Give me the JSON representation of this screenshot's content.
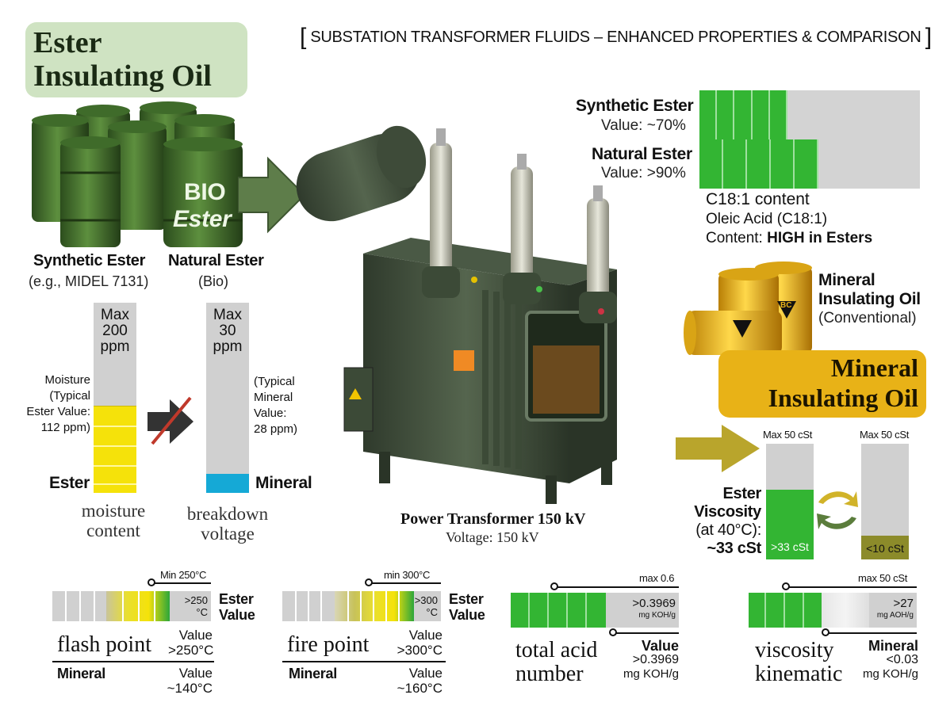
{
  "header": {
    "title": "SUBSTATION TRANSFORMER FLUIDS – ENHANCED PROPERTIES & COMPARISON",
    "left_bracket": "[",
    "right_bracket": "]"
  },
  "ester_box": {
    "line1": "Ester",
    "line2": "Insulating Oil"
  },
  "barrels": {
    "bio_label": "BIO",
    "ester_label": "Ester",
    "synthetic_title": "Synthetic Ester",
    "synthetic_sub": "(e.g., MIDEL 7131)",
    "natural_title": "Natural Ester",
    "natural_sub": "(Bio)"
  },
  "oleic": {
    "synthetic_name": "Synthetic Ester",
    "synthetic_value": "Value: ~70%",
    "synthetic_fraction": 0.4,
    "natural_name": "Natural Ester",
    "natural_value": "Value: >90%",
    "natural_fraction": 0.54,
    "content_label": "C18:1 content",
    "acid_label": "Oleic Acid (C18:1)",
    "content_prefix": "Content: ",
    "content_high": "HIGH in Esters"
  },
  "mineral_barrels": {
    "title1": "Mineral",
    "title2": "Insulating Oil",
    "sub": "(Conventional)",
    "bc1": "BC",
    "bc2": "BC"
  },
  "mineral_box": {
    "line1": "Mineral",
    "line2": "Insulating Oil"
  },
  "moisture": {
    "max_ester": [
      "Max",
      "200",
      "ppm"
    ],
    "max_mineral": [
      "Max",
      "30",
      "ppm"
    ],
    "ester_note": [
      "Moisture",
      "(Typical",
      "Ester Value:",
      "112 ppm)"
    ],
    "mineral_note": [
      "(Typical",
      "Mineral",
      "Value:",
      "28 ppm)"
    ],
    "ester_label": "Ester",
    "mineral_label": "Mineral",
    "caption1": [
      "moisture",
      "content"
    ],
    "caption2": [
      "breakdown",
      "voltage"
    ]
  },
  "transformer": {
    "title": "Power Transformer 150 kV",
    "subtitle": "Voltage: 150 kV"
  },
  "viscosity": {
    "max_ester": "Max 50 cSt",
    "max_mineral": "Max 50 cSt",
    "note": [
      "Ester",
      "Viscosity",
      "(at 40°C):",
      "~33 cSt"
    ],
    "ester_value": ">33 cSt",
    "mineral_value": "<10 cSt"
  },
  "flash": {
    "min_label": "Min 250°C",
    "bar_value": [
      ">250",
      "°C"
    ],
    "ester": [
      "Ester",
      "Value"
    ],
    "caption": "flash point",
    "value_label": "Value",
    "value": ">250°C",
    "mineral": "Mineral",
    "mineral_value_label": "Value",
    "mineral_value": "~140°C"
  },
  "fire": {
    "min_label": "min 300°C",
    "bar_value": [
      ">300",
      "°C"
    ],
    "ester": [
      "Ester",
      "Value"
    ],
    "caption": "fire point",
    "value_label": "Value",
    "value": ">300°C",
    "mineral": "Mineral",
    "mineral_value_label": "Value",
    "mineral_value": "~160°C"
  },
  "acid": {
    "max_label": "max 0.6",
    "bar_value": [
      ">0.3969",
      "mg KOH/g"
    ],
    "caption": [
      "total acid",
      "number"
    ],
    "value_label": "Value",
    "value": ">0.3969",
    "unit": "mg KOH/g"
  },
  "kinematic": {
    "max_label": "max 50 cSt",
    "bar_value": [
      ">27",
      "mg AOH/g"
    ],
    "caption": [
      "viscosity",
      "kinematic"
    ],
    "mineral": "Mineral",
    "value": "<0.03",
    "unit": "mg KOH/g"
  },
  "colors": {
    "green": "#33b533",
    "yellow": "#f5e20a",
    "cyan": "#15a9d6",
    "gold": "#e8b217",
    "olive": "#8c8b2a",
    "dark_green_barrel": "#3f6b2a"
  }
}
